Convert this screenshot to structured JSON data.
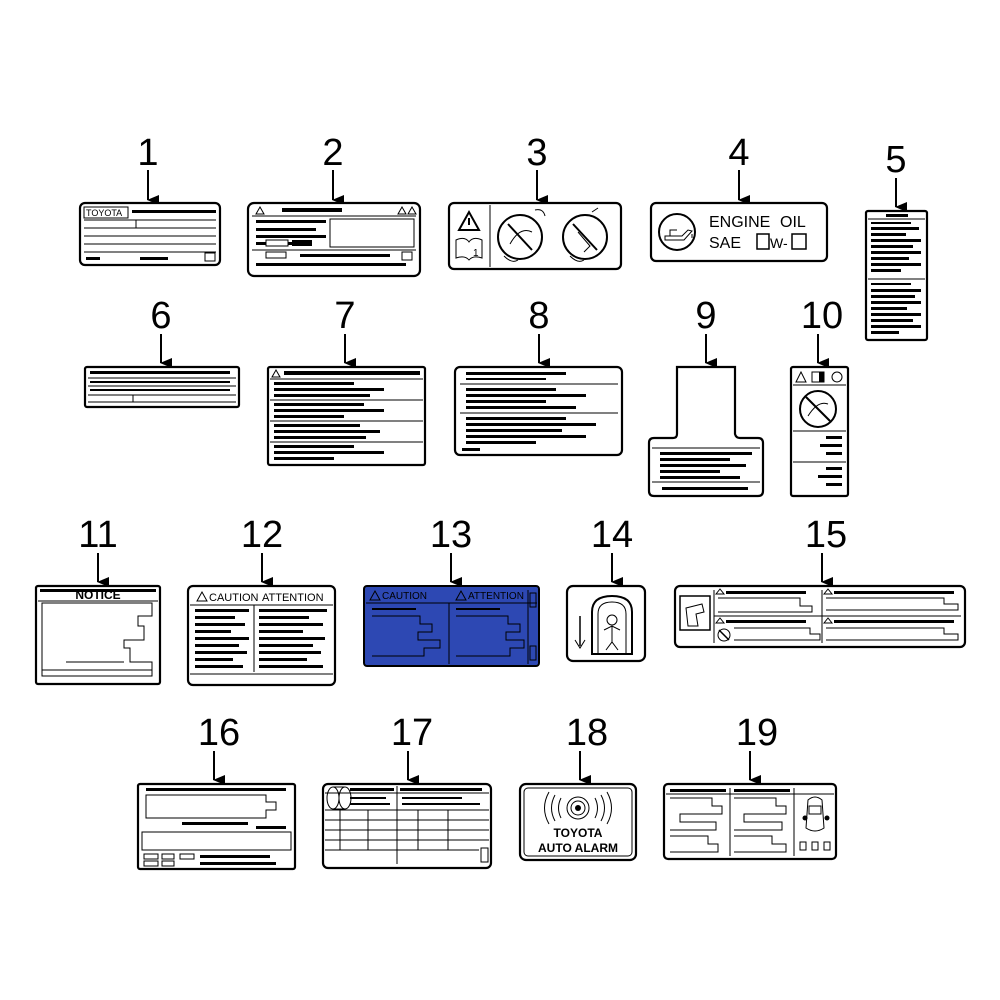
{
  "parts": [
    {
      "number": "1"
    },
    {
      "number": "2"
    },
    {
      "number": "3"
    },
    {
      "number": "4"
    },
    {
      "number": "5"
    },
    {
      "number": "6"
    },
    {
      "number": "7"
    },
    {
      "number": "8"
    },
    {
      "number": "9"
    },
    {
      "number": "10"
    },
    {
      "number": "11"
    },
    {
      "number": "12"
    },
    {
      "number": "13"
    },
    {
      "number": "14"
    },
    {
      "number": "15"
    },
    {
      "number": "16"
    },
    {
      "number": "17"
    },
    {
      "number": "18"
    },
    {
      "number": "19"
    }
  ],
  "label_text": {
    "toyota": "TOYOTA",
    "engine": "ENGINE",
    "oil": "OIL",
    "sae": "SAE",
    "w": "W-",
    "notice": "NOTICE",
    "caution": "CAUTION",
    "attention": "ATTENTION",
    "alarm_line1": "TOYOTA",
    "alarm_line2": "AUTO ALARM"
  },
  "colors": {
    "line": "#000000",
    "background": "#ffffff",
    "label13_fill": "#2d48b3"
  },
  "icons": [
    "warning-triangle-icon",
    "manual-book-icon",
    "no-steering-icon",
    "oil-can-icon",
    "child-seat-icon",
    "down-arrow-icon",
    "alarm-speaker-icon",
    "car-top-view-icon"
  ]
}
